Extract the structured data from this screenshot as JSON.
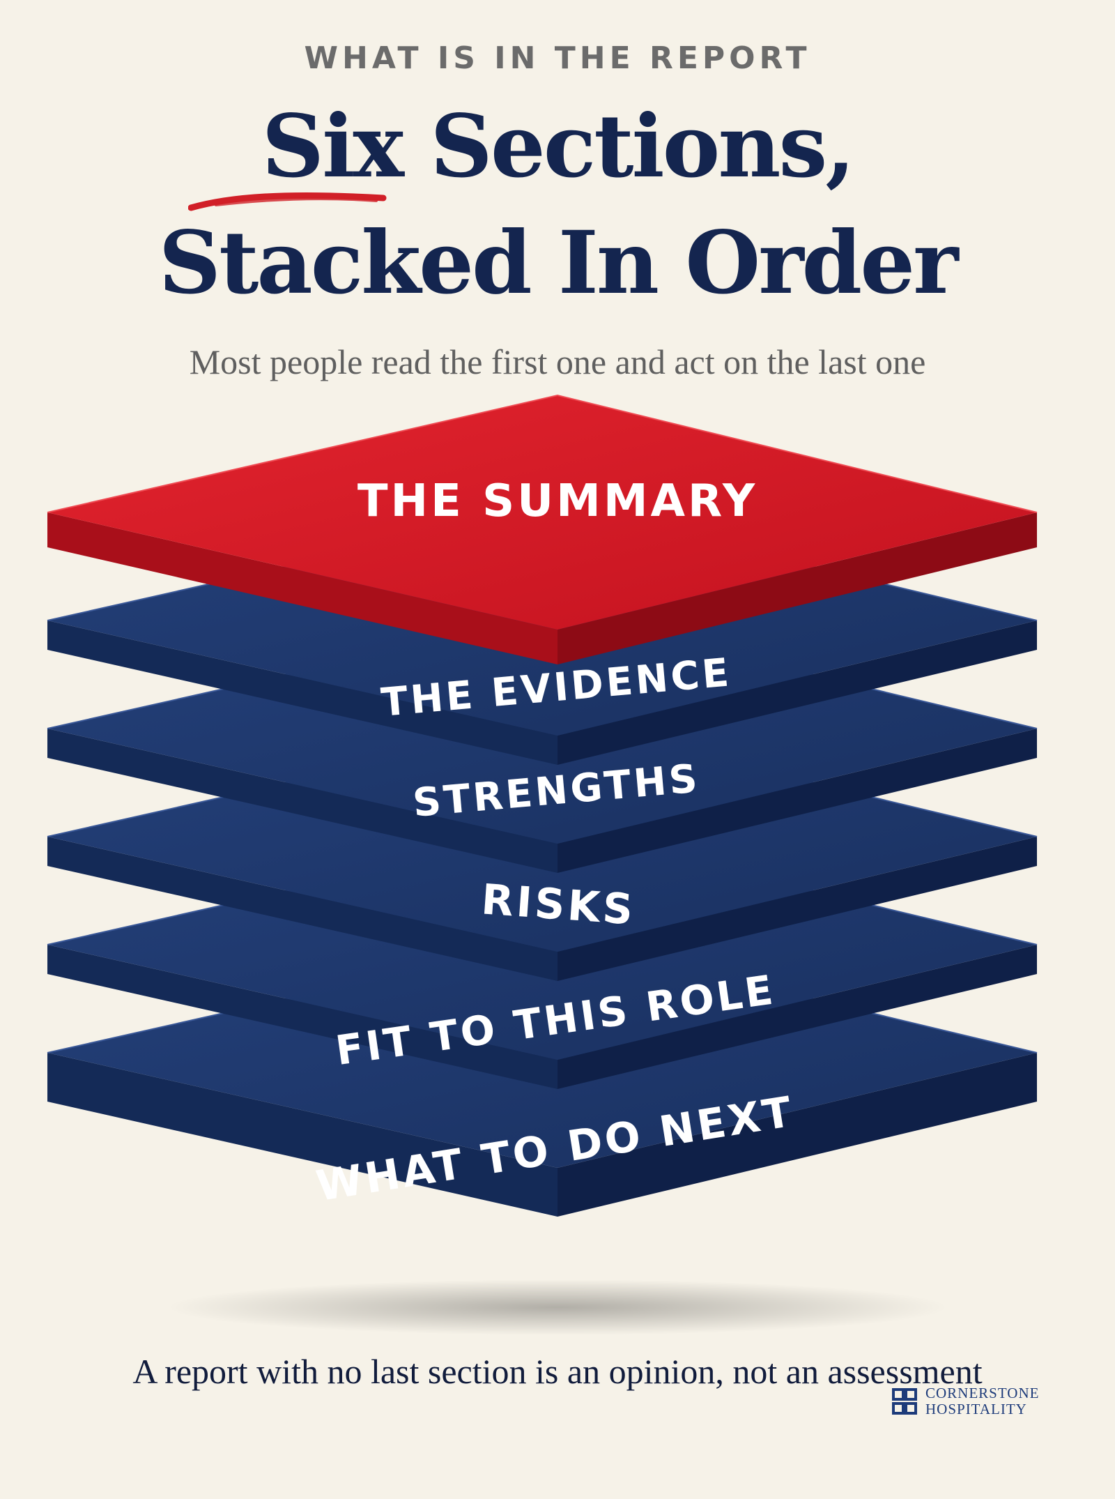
{
  "header": {
    "eyebrow": "WHAT IS IN THE REPORT",
    "title_line1": "Six Sections,",
    "title_line2": "Stacked In Order",
    "subtitle": "Most people read the first one and act on the last one"
  },
  "stack": {
    "layers": [
      "THE SUMMARY",
      "THE EVIDENCE",
      "STRENGTHS",
      "RISKS",
      "FIT TO THIS ROLE",
      "WHAT TO DO NEXT"
    ]
  },
  "footer": {
    "note": "A report with no last section is an opinion, not an assessment",
    "brand_line1": "CORNERSTONE",
    "brand_line2": "HOSPITALITY",
    "logo_icon": "cornerstone-logo-icon"
  },
  "colors": {
    "background": "#f6f2e8",
    "navy": "#14254f",
    "red": "#d6212b",
    "muted": "#6b6b6b"
  }
}
